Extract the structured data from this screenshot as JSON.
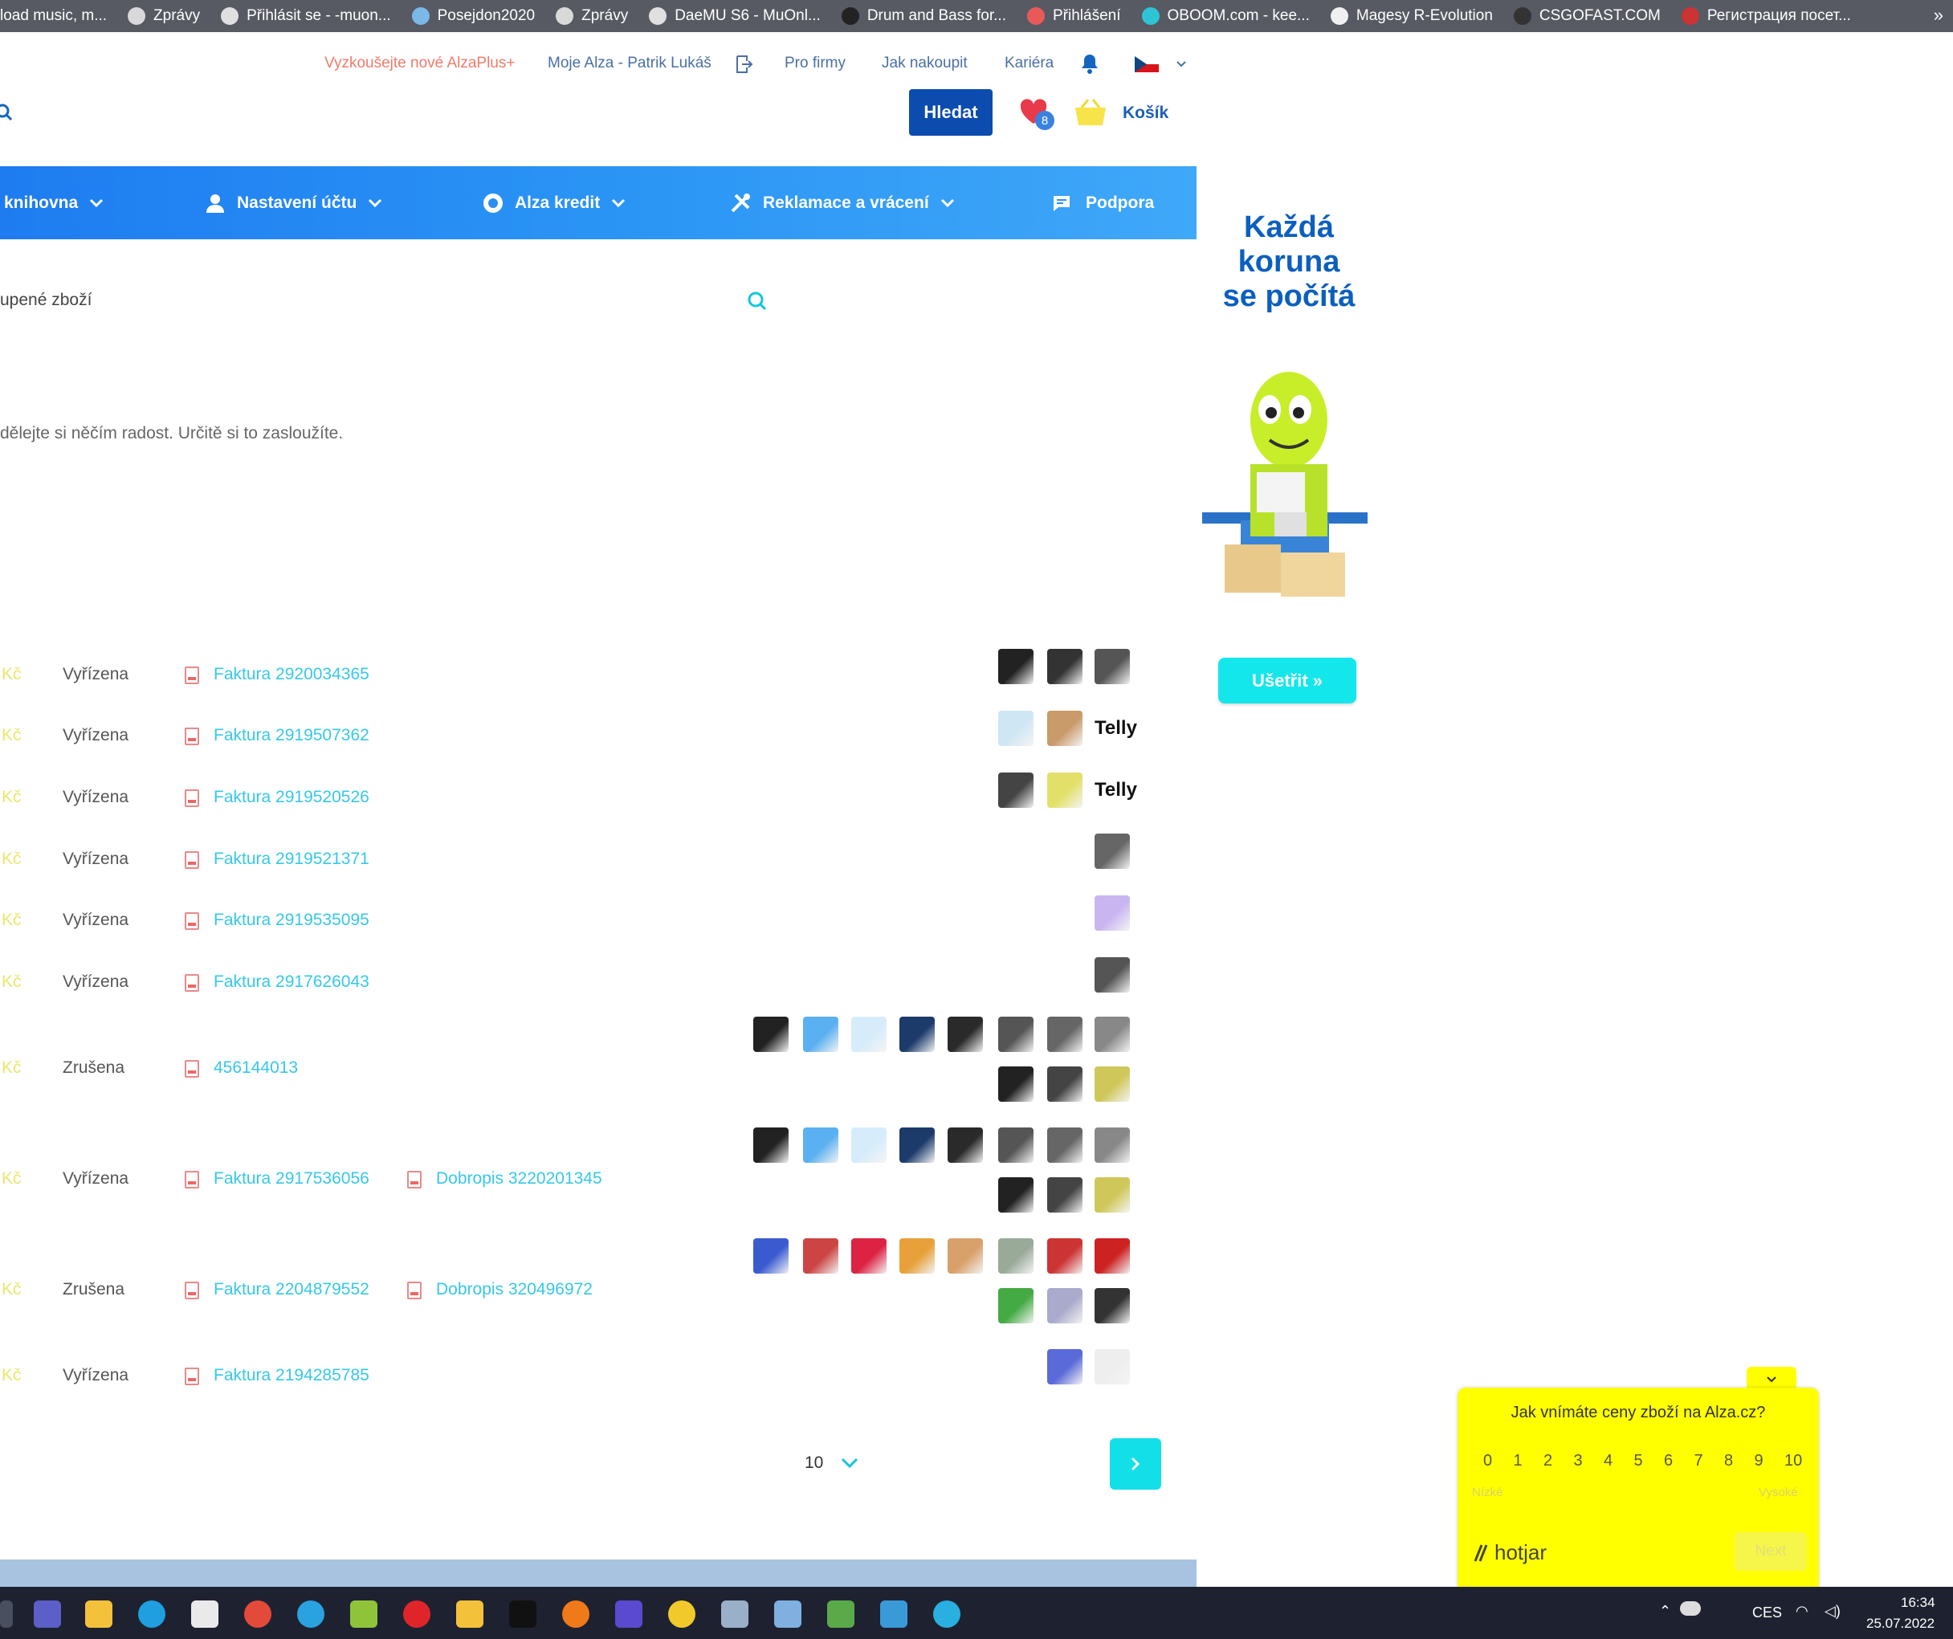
{
  "bookmarks": [
    {
      "label": "load music, m...",
      "color": "#f2f2f2"
    },
    {
      "label": "Zprávy",
      "color": "#d9d9d9"
    },
    {
      "label": "Přihlásit se - -muon...",
      "color": "#e0e0e0"
    },
    {
      "label": "Posejdon2020",
      "color": "#7ab8e8"
    },
    {
      "label": "Zprávy",
      "color": "#d9d9d9"
    },
    {
      "label": "DaeMU S6 - MuOnl...",
      "color": "#e0e0e0"
    },
    {
      "label": "Drum and Bass for...",
      "color": "#222222"
    },
    {
      "label": "Přihlášení",
      "color": "#e85a5a"
    },
    {
      "label": "OBOOM.com - kee...",
      "color": "#2ec4d6"
    },
    {
      "label": "Magesy R-Evolution",
      "color": "#f0f0f0"
    },
    {
      "label": "CSGOFAST.COM",
      "color": "#333333"
    },
    {
      "label": "Регистрация посет...",
      "color": "#c33"
    }
  ],
  "bookmarks_more": "»",
  "top_links": {
    "promo": "Vyzkoušejte nové AlzaPlus+",
    "account": "Moje Alza - Patrik Lukáš",
    "business": "Pro firmy",
    "how_to_buy": "Jak nakoupit",
    "career": "Kariéra"
  },
  "search": {
    "button": "Hledat"
  },
  "favorites_count": "8",
  "cart_label": "Košík",
  "nav": {
    "library": "knihovna",
    "account_settings": "Nastavení účtu",
    "alza_credit": "Alza kredit",
    "returns": "Reklamace a vrácení",
    "support": "Podpora"
  },
  "filter_text": "upené zboží",
  "empty_message": "dělejte si něčím radost. Určitě si to zasloužíte.",
  "promo": {
    "title_line1": "Každá",
    "title_line2": "koruna",
    "title_line3": "se počítá",
    "button": "Ušetřit »"
  },
  "orders": [
    {
      "price": "Kč",
      "status": "Vyřízena",
      "invoice": "Faktura 2920034365",
      "credit_note": ""
    },
    {
      "price": "Kč",
      "status": "Vyřízena",
      "invoice": "Faktura 2919507362",
      "credit_note": ""
    },
    {
      "price": "Kč",
      "status": "Vyřízena",
      "invoice": "Faktura 2919520526",
      "credit_note": ""
    },
    {
      "price": "Kč",
      "status": "Vyřízena",
      "invoice": "Faktura 2919521371",
      "credit_note": ""
    },
    {
      "price": "Kč",
      "status": "Vyřízena",
      "invoice": "Faktura 2919535095",
      "credit_note": ""
    },
    {
      "price": "Kč",
      "status": "Vyřízena",
      "invoice": "Faktura 2917626043",
      "credit_note": ""
    },
    {
      "price": "Kč",
      "status": "Zrušena",
      "invoice": "456144013",
      "credit_note": ""
    },
    {
      "price": "Kč",
      "status": "Vyřízena",
      "invoice": "Faktura 2917536056",
      "credit_note": "Dobropis 3220201345"
    },
    {
      "price": "Kč",
      "status": "Zrušena",
      "invoice": "Faktura 2204879552",
      "credit_note": "Dobropis 320496972"
    },
    {
      "price": "Kč",
      "status": "Vyřízena",
      "invoice": "Faktura 2194285785",
      "credit_note": ""
    }
  ],
  "telly_label": "Telly",
  "pagination": {
    "page_size": "10"
  },
  "survey": {
    "question": "Jak vnímáte ceny zboží na Alza.cz?",
    "scale": [
      "0",
      "1",
      "2",
      "3",
      "4",
      "5",
      "6",
      "7",
      "8",
      "9",
      "10"
    ],
    "low_label": "Nízké",
    "high_label": "Vysoké",
    "logo": "hotjar",
    "next": "Next"
  },
  "tray": {
    "language": "CES",
    "time": "16:34",
    "date": "25.07.2022"
  },
  "colors": {
    "brand_blue": "#0c4cae",
    "nav_blue": "#2a94f5",
    "accent_cyan": "#13e7ec",
    "hotjar_yellow": "#ffff00"
  }
}
